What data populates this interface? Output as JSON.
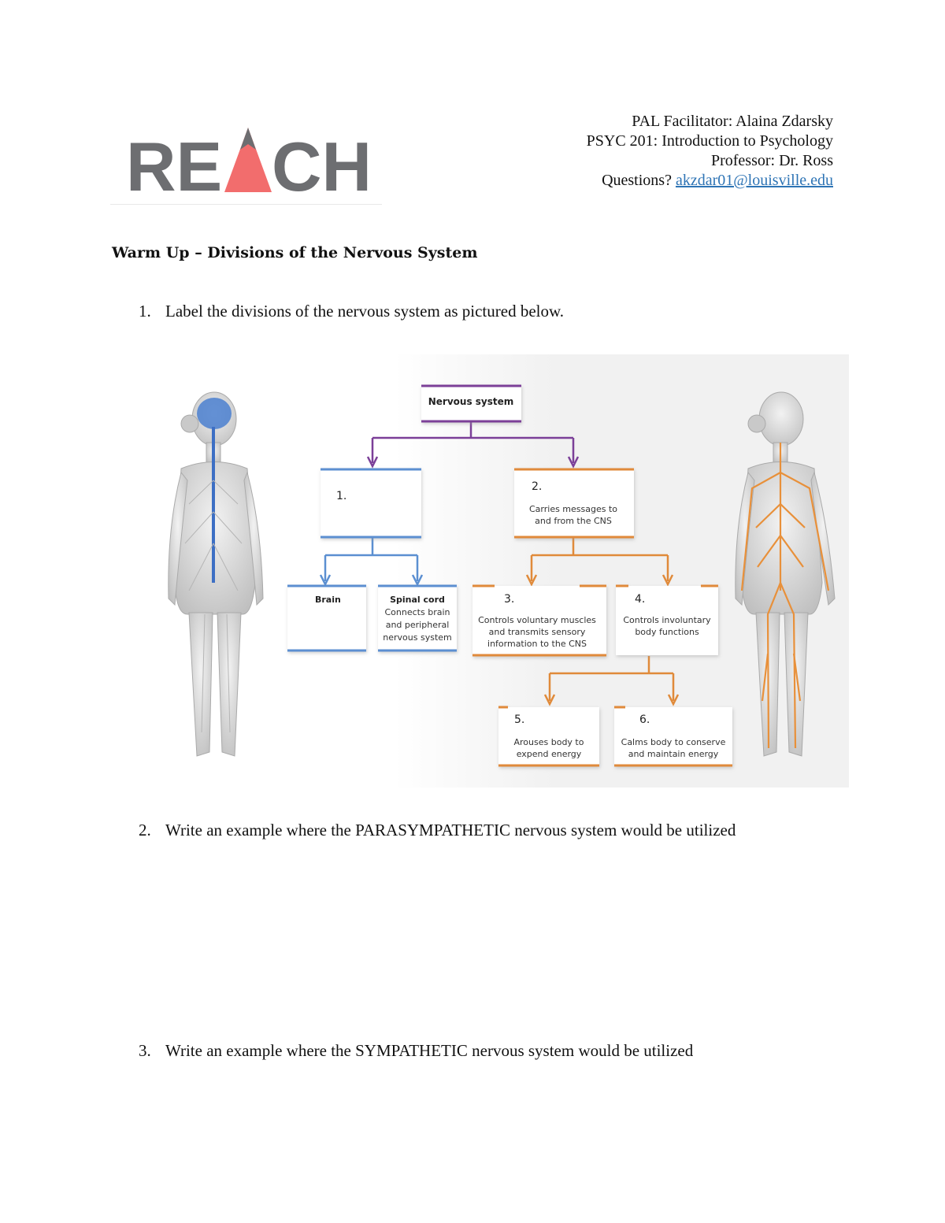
{
  "logo": {
    "text_left": "RE",
    "text_right": "CH",
    "accent_color": "#f26d6d",
    "gray": "#6d6e71"
  },
  "header": {
    "facilitator": "PAL Facilitator: Alaina Zdarsky",
    "course": "PSYC 201: Introduction to Psychology",
    "professor": "Professor: Dr. Ross",
    "questions_label": "Questions?",
    "email": "akzdar01@louisville.edu"
  },
  "heading": "Warm Up – Divisions of the Nervous System",
  "questions": [
    {
      "number": "1.",
      "text": "Label the divisions of the nervous system as pictured below."
    },
    {
      "number": "2.",
      "text": "Write an example where the PARASYMPATHETIC nervous system would be utilized"
    },
    {
      "number": "3.",
      "text": "Write an example where the SYMPATHETIC nervous system would be utilized"
    }
  ],
  "diagram": {
    "colors": {
      "purple": "#7b3f98",
      "blue": "#5b8fd1",
      "orange": "#e08a3a"
    },
    "root": "Nervous system",
    "box1": {
      "number": "1."
    },
    "box2": {
      "number": "2.",
      "line1": "Carries messages to",
      "line2": "and from the CNS"
    },
    "brain": {
      "title": "Brain"
    },
    "spinal": {
      "title": "Spinal cord",
      "line1": "Connects brain",
      "line2": "and peripheral",
      "line3": "nervous system"
    },
    "box3": {
      "number": "3.",
      "line1": "Controls voluntary muscles",
      "line2": "and transmits sensory",
      "line3": "information to the CNS"
    },
    "box4": {
      "number": "4.",
      "line1": "Controls involuntary",
      "line2": "body functions"
    },
    "box5": {
      "number": "5.",
      "line1": "Arouses body to",
      "line2": "expend energy"
    },
    "box6": {
      "number": "6.",
      "line1": "Calms body to conserve",
      "line2": "and maintain energy"
    }
  }
}
